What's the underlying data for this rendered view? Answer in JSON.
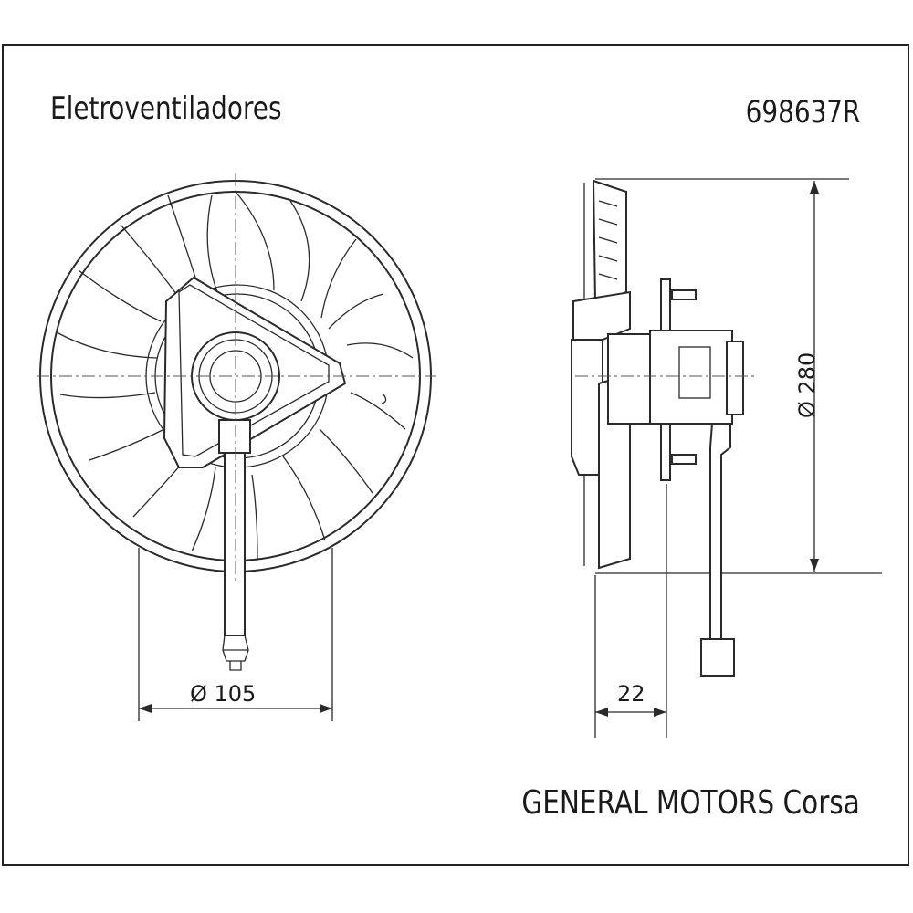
{
  "header": {
    "title": "Eletroventiladores",
    "part_number": "698637R"
  },
  "footer": {
    "application": "GENERAL MOTORS Corsa"
  },
  "dimensions": {
    "motor_diameter": "Ø 105",
    "depth": "22",
    "fan_diameter": "Ø 280"
  },
  "icons": {
    "front_view": "fan-front-view-drawing",
    "side_view": "fan-side-view-drawing"
  }
}
